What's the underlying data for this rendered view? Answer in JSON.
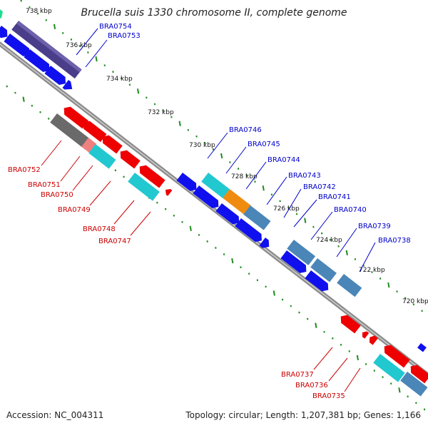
{
  "title": "Brucella suis 1330 chromosome II, complete genome",
  "footer": {
    "accession": "Accession: NC_004311",
    "summary": "Topology: circular; Length: 1,207,381 bp; Genes: 1,166"
  },
  "colors": {
    "backbone": "#808080",
    "tick": "#1f8c1f",
    "forward_label": "#0000cc",
    "reverse_label": "#cc0000",
    "gene_blue": "#1010ee",
    "gene_red": "#ee0000",
    "gene_cyan": "#22c8d0",
    "gene_steel": "#4a86b8",
    "gene_navy": "#4a3d8a",
    "gene_orange": "#ef8c10",
    "gene_gray": "#6a6a6a",
    "gene_pink": "#f08080",
    "gene_green": "#20dd90"
  },
  "scale_labels": [
    "738 kbp",
    "736 kbp",
    "734 kbp",
    "732 kbp",
    "730 kbp",
    "728 kbp",
    "726 kbp",
    "724 kbp",
    "722 kbp",
    "720 kbp"
  ],
  "forward_genes": [
    "BRA0754",
    "BRA0753",
    "BRA0746",
    "BRA0745",
    "BRA0744",
    "BRA0743",
    "BRA0742",
    "BRA0741",
    "BRA0740",
    "BRA0739",
    "BRA0738"
  ],
  "reverse_genes": [
    "BRA0752",
    "BRA0751",
    "BRA0750",
    "BRA0749",
    "BRA0748",
    "BRA0747",
    "BRA0737",
    "BRA0736",
    "BRA0735"
  ]
}
